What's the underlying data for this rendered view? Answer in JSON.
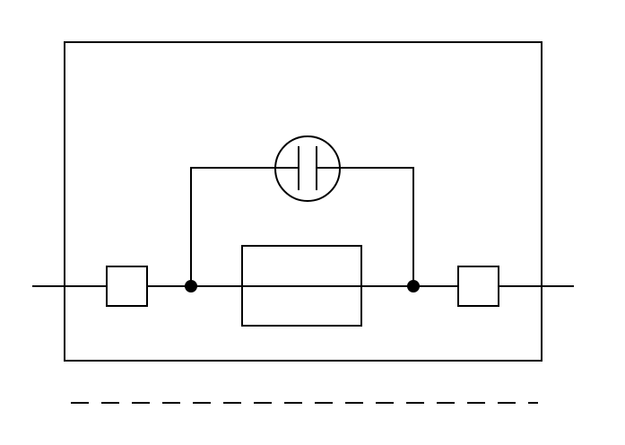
{
  "diagram": {
    "symbol": "fuse-terminal-with-indicator-lamp",
    "components": [
      {
        "name": "enclosure",
        "shape": "rectangle"
      },
      {
        "name": "left-terminal",
        "shape": "square"
      },
      {
        "name": "right-terminal",
        "shape": "square"
      },
      {
        "name": "fuse-element",
        "shape": "rectangle-with-line"
      },
      {
        "name": "indicator-lamp",
        "shape": "circle-with-plates"
      },
      {
        "name": "left-junction",
        "shape": "dot"
      },
      {
        "name": "right-junction",
        "shape": "dot"
      }
    ],
    "dashed_line": true,
    "colors": {
      "line": "#000000",
      "background": "#ffffff"
    }
  }
}
